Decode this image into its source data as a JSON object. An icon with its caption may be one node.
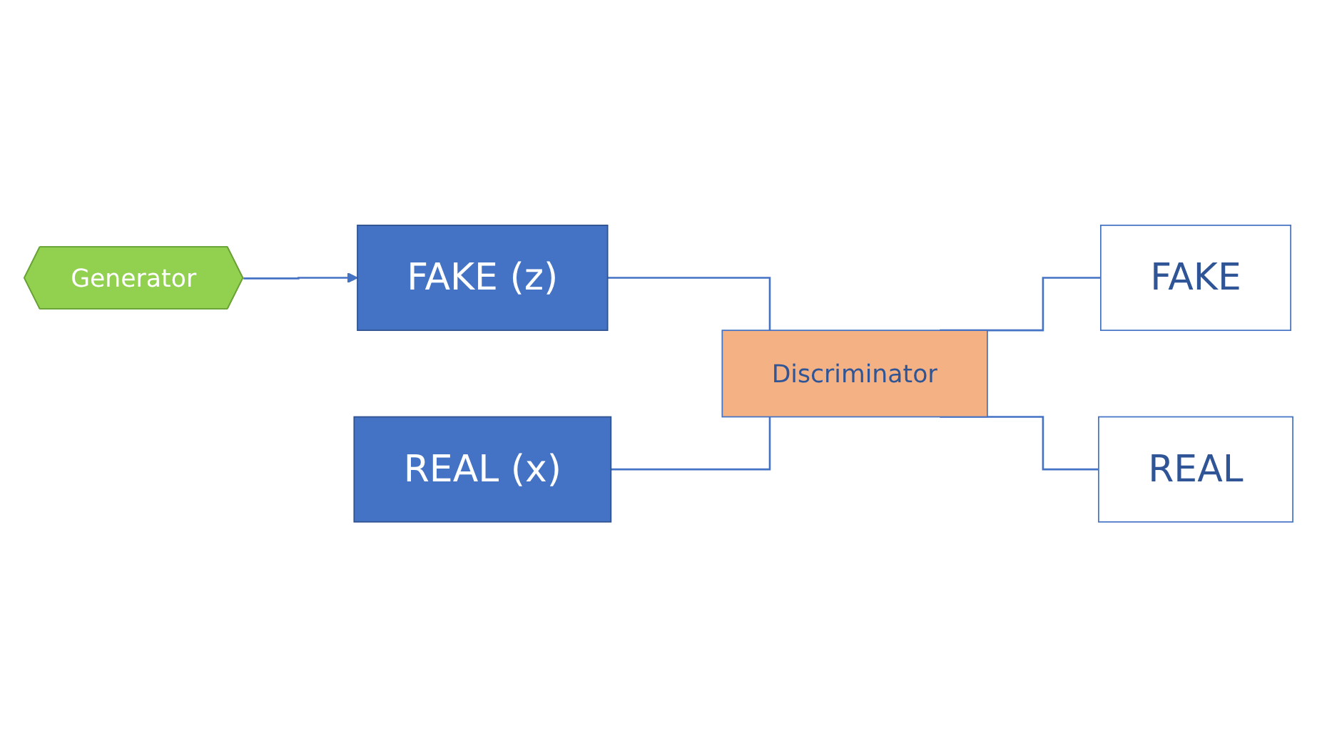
{
  "diagram": {
    "nodes": [
      {
        "text": [
          "Generator"
        ]
      },
      {
        "text": [
          "FAKE (z)"
        ]
      },
      {
        "text": [
          "REAL (x)"
        ]
      },
      {
        "text": [
          "Discriminator"
        ]
      },
      {
        "text": [
          "FAKE"
        ]
      },
      {
        "text": [
          "REAL"
        ]
      }
    ],
    "edges": [
      {
        "from": 0,
        "to": 1,
        "arrow": "to"
      },
      {
        "from": 1,
        "to": 3,
        "arrow": "none"
      },
      {
        "from": 2,
        "to": 3,
        "arrow": "none"
      },
      {
        "from": 3,
        "to": 4,
        "arrow": "none"
      },
      {
        "from": 3,
        "to": 5,
        "arrow": "none"
      }
    ]
  }
}
